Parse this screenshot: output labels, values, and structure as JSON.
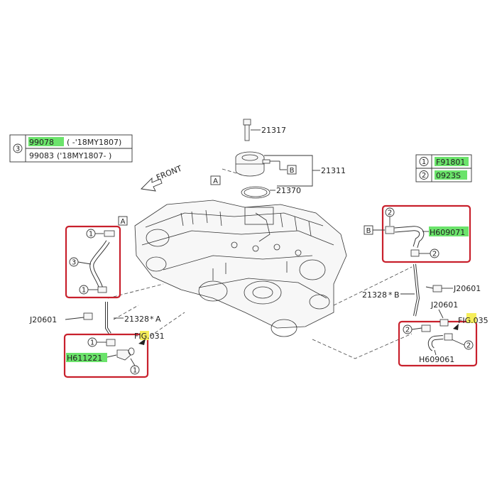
{
  "legend_left": {
    "marker": "3",
    "row1_code": "99078",
    "row1_note": "( -'18MY1807)",
    "row2_code": "99083",
    "row2_note": "('18MY1807- )"
  },
  "legend_right": {
    "rows": [
      {
        "marker": "1",
        "code": "F91801"
      },
      {
        "marker": "2",
        "code": "0923S"
      }
    ]
  },
  "front_label": "FRONT",
  "parts": {
    "p21317": "21317",
    "p21311": "21311",
    "p21370": "21370",
    "p21328a": "21328",
    "p21328a_suffix": "A",
    "p21328b": "21328",
    "p21328b_suffix": "B",
    "j20601_left": "J20601",
    "j20601_right": "J20601",
    "j20601_right2": "J20601"
  },
  "callouts": {
    "H609071": "H609071",
    "H609061": "H609061",
    "H611221": "H611221",
    "fig031": "FIG.031",
    "fig035": "FIG.035"
  },
  "refs": {
    "A": "A",
    "B": "B"
  },
  "markers": {
    "one": "1",
    "two": "2",
    "three": "3"
  },
  "colors": {
    "highlight_green": "#6be36b",
    "highlight_yellow": "#f6ee5a",
    "callout_red": "#c8202c"
  }
}
